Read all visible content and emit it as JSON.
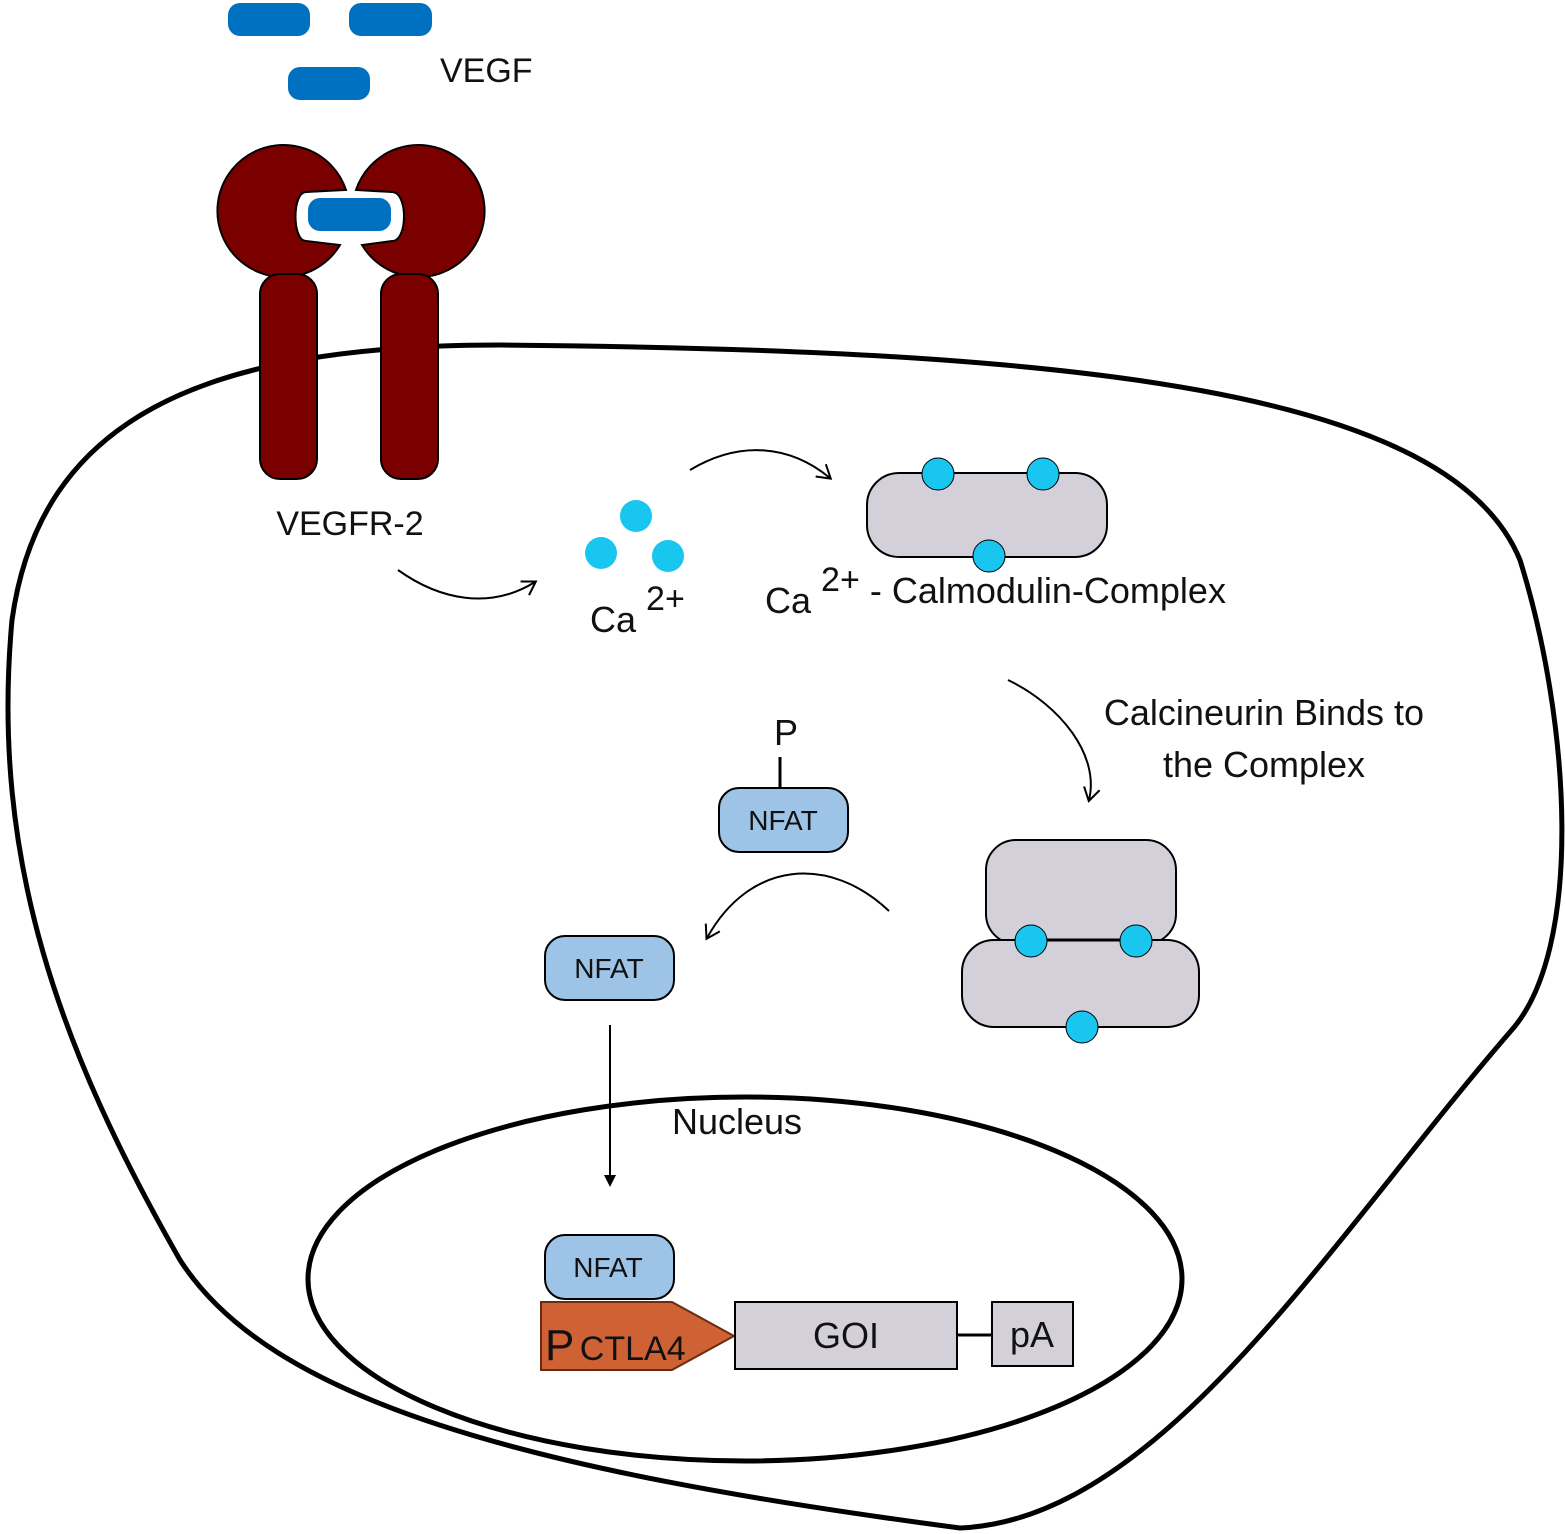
{
  "labels": {
    "vegf": "VEGF",
    "vegfr2": "VEGFR-2",
    "ca_base": "Ca",
    "ca_sup": "2+",
    "complex_base": "Ca",
    "complex_sup": "2+",
    "complex_rest": " - Calmodulin-Complex",
    "calcineurin_line1": "Calcineurin Binds to",
    "calcineurin_line2": "the Complex",
    "phosphate": "P",
    "nfat_phosphorylated": "NFAT",
    "nfat_free": "NFAT",
    "nucleus": "Nucleus",
    "nfat_bound": "NFAT",
    "promoter_p": "P",
    "promoter_sub": "CTLA4",
    "goi": "GOI",
    "pa": "pA"
  },
  "colors": {
    "vegf": "#0070c0",
    "receptor": "#7a0000",
    "calcium": "#19c6ef",
    "protein_gray": "#d3d0da",
    "nfat": "#9dc3e6",
    "promoter": "#cf6235",
    "outline": "#000000"
  }
}
